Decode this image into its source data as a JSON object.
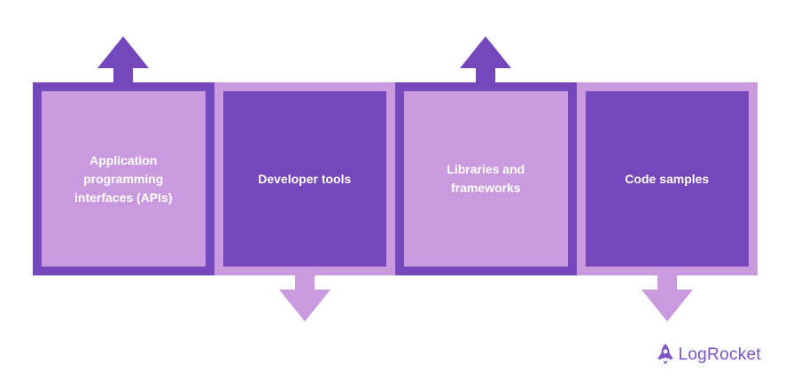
{
  "diagram": {
    "background": "#ffffff",
    "colors": {
      "dark_purple": "#7448ba",
      "light_purple": "#c99ade",
      "label_text": "#ffffff",
      "logo_purple": "#7c54c6"
    },
    "boxes": [
      {
        "label": "Application programming interfaces (APIs)",
        "variant": "light",
        "arrow": "up"
      },
      {
        "label": "Developer tools",
        "variant": "dark",
        "arrow": "down"
      },
      {
        "label": "Libraries and frameworks",
        "variant": "light",
        "arrow": "up"
      },
      {
        "label": "Code samples",
        "variant": "dark",
        "arrow": "down"
      }
    ],
    "logo": {
      "text": "LogRocket",
      "icon": "rocket-icon"
    }
  }
}
